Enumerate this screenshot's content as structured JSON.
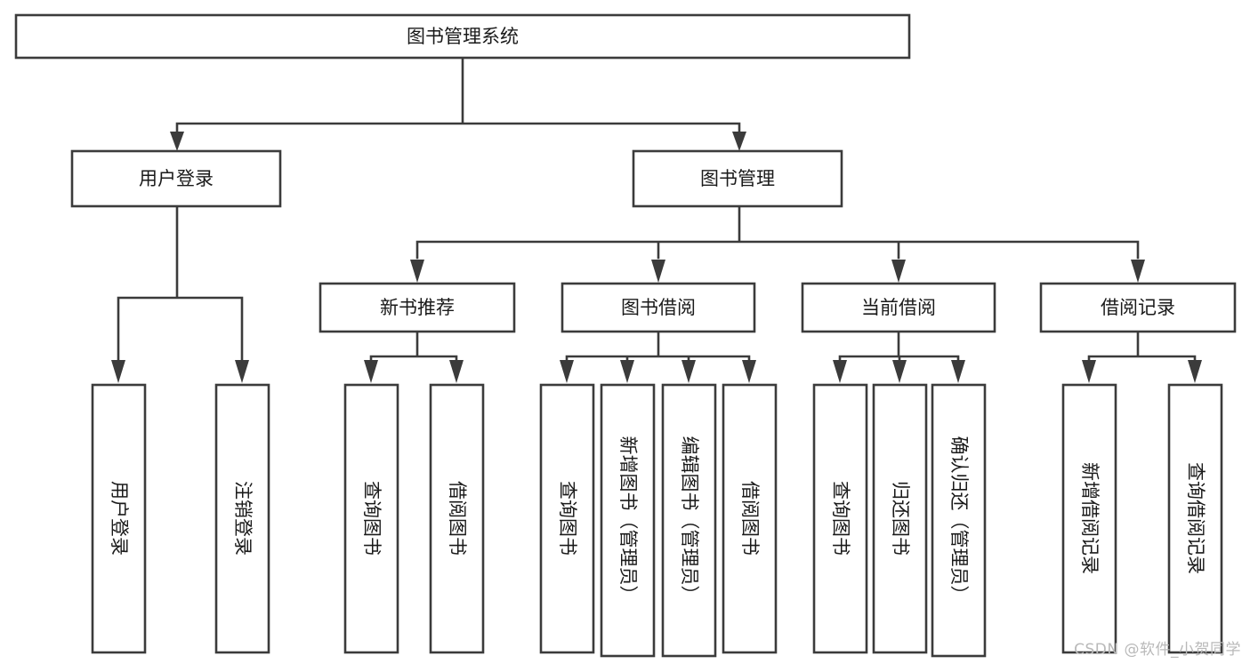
{
  "diagram": {
    "type": "tree-hierarchy-chart",
    "title": "图书管理系统",
    "watermark": "CSDN @软件_小贺同学",
    "accent_color": "#3b3b3b",
    "background_color": "#ffffff",
    "text_color": "#1a1a1a",
    "levels": [
      {
        "level": 1,
        "nodes": [
          {
            "id": "root",
            "label": "图书管理系统",
            "orientation": "horizontal"
          }
        ]
      },
      {
        "level": 2,
        "nodes": [
          {
            "id": "user-login",
            "label": "用户登录",
            "orientation": "horizontal",
            "parent": "root"
          },
          {
            "id": "book-manage",
            "label": "图书管理",
            "orientation": "horizontal",
            "parent": "root"
          }
        ]
      },
      {
        "level": 3,
        "nodes": [
          {
            "id": "new-book-rec",
            "label": "新书推荐",
            "orientation": "horizontal",
            "parent": "book-manage"
          },
          {
            "id": "book-borrow",
            "label": "图书借阅",
            "orientation": "horizontal",
            "parent": "book-manage"
          },
          {
            "id": "current-borrow",
            "label": "当前借阅",
            "orientation": "horizontal",
            "parent": "book-manage"
          },
          {
            "id": "borrow-record",
            "label": "借阅记录",
            "orientation": "horizontal",
            "parent": "book-manage"
          }
        ]
      },
      {
        "level": 4,
        "nodes": [
          {
            "id": "leaf-user-login",
            "label": "用户登录",
            "orientation": "vertical",
            "parent": "user-login"
          },
          {
            "id": "leaf-logout-login",
            "label": "注销登录",
            "orientation": "vertical",
            "parent": "user-login"
          },
          {
            "id": "leaf-query-book-1",
            "label": "查询图书",
            "orientation": "vertical",
            "parent": "new-book-rec"
          },
          {
            "id": "leaf-borrow-book-1",
            "label": "借阅图书",
            "orientation": "vertical",
            "parent": "new-book-rec"
          },
          {
            "id": "leaf-query-book-2",
            "label": "查询图书",
            "orientation": "vertical",
            "parent": "book-borrow"
          },
          {
            "id": "leaf-add-book",
            "label": "新增图书（管理员）",
            "orientation": "vertical",
            "parent": "book-borrow"
          },
          {
            "id": "leaf-edit-book",
            "label": "编辑图书（管理员）",
            "orientation": "vertical",
            "parent": "book-borrow"
          },
          {
            "id": "leaf-borrow-book-2",
            "label": "借阅图书",
            "orientation": "vertical",
            "parent": "book-borrow"
          },
          {
            "id": "leaf-query-book-3",
            "label": "查询图书",
            "orientation": "vertical",
            "parent": "current-borrow"
          },
          {
            "id": "leaf-return-book",
            "label": "归还图书",
            "orientation": "vertical",
            "parent": "current-borrow"
          },
          {
            "id": "leaf-confirm-return",
            "label": "确认归还（管理员）",
            "orientation": "vertical",
            "parent": "current-borrow"
          },
          {
            "id": "leaf-add-record",
            "label": "新增借阅记录",
            "orientation": "vertical",
            "parent": "borrow-record"
          },
          {
            "id": "leaf-query-record",
            "label": "查询借阅记录",
            "orientation": "vertical",
            "parent": "borrow-record"
          }
        ]
      }
    ]
  }
}
